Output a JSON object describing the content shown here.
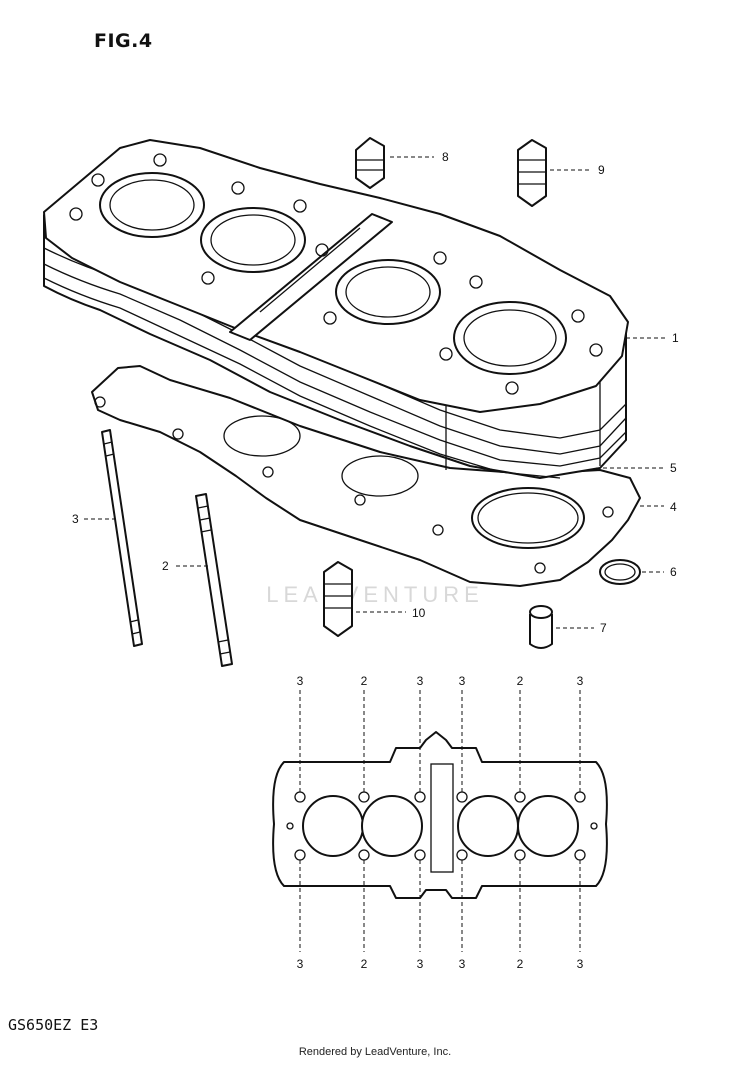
{
  "figure_title": "FIG.4",
  "model_code": "GS650EZ E3",
  "footer_text": "Rendered by LeadVenture, Inc.",
  "watermark": "LEADVENTURE",
  "callouts": [
    {
      "id": "1",
      "part": "cylinder"
    },
    {
      "id": "2",
      "part": "stud"
    },
    {
      "id": "3",
      "part": "stud"
    },
    {
      "id": "4",
      "part": "cylinder gasket"
    },
    {
      "id": "5",
      "part": "o-ring"
    },
    {
      "id": "6",
      "part": "o-ring"
    },
    {
      "id": "7",
      "part": "dowel pin"
    },
    {
      "id": "8",
      "part": "damper"
    },
    {
      "id": "9",
      "part": "damper"
    },
    {
      "id": "10",
      "part": "damper"
    }
  ],
  "stud_layout": {
    "top_row": [
      "3",
      "2",
      "3",
      "3",
      "2",
      "3"
    ],
    "bottom_row": [
      "3",
      "2",
      "3",
      "3",
      "2",
      "3"
    ]
  }
}
